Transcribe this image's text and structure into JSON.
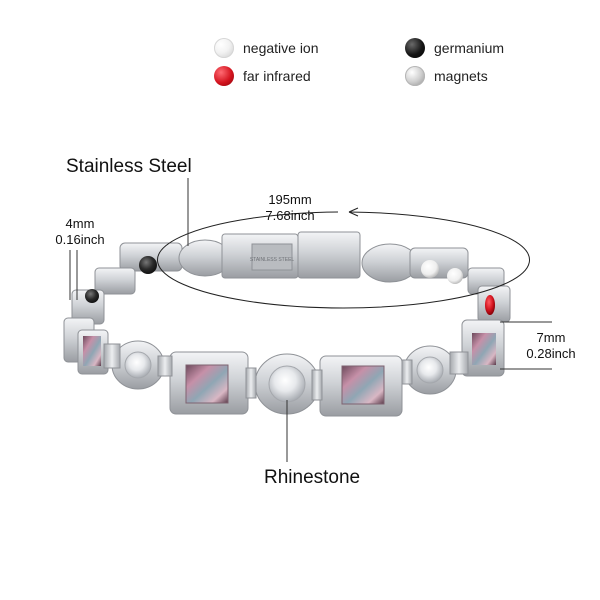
{
  "legend": {
    "items": [
      {
        "label": "negative ion",
        "color": "#f2f2f2"
      },
      {
        "label": "far infrared",
        "color": "#d4141f"
      },
      {
        "label": "germanium",
        "color": "#111111"
      },
      {
        "label": "magnets",
        "color": "#c8c8c8"
      }
    ]
  },
  "annotations": {
    "material": "Stainless Steel",
    "stone": "Rhinestone",
    "length_mm": "195mm",
    "length_inch": "7.68inch",
    "band_width_mm": "4mm",
    "band_width_inch": "0.16inch",
    "link_width_mm": "7mm",
    "link_width_inch": "0.28inch"
  },
  "product_engraving": "STAINLESS STEEL",
  "colors": {
    "steel": "#c9cbcf",
    "steel_dark": "#8f9297",
    "abalone": "#b07a8e",
    "accent_red": "#d4141f"
  }
}
